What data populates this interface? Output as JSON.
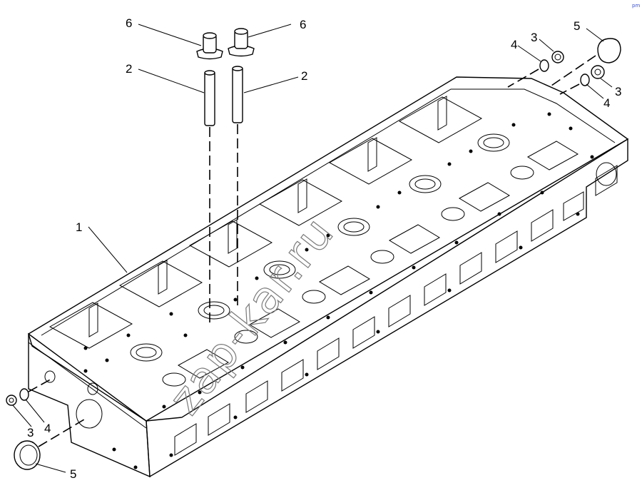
{
  "callouts": [
    {
      "id": "c1",
      "label": "1"
    },
    {
      "id": "c2a",
      "label": "2"
    },
    {
      "id": "c2b",
      "label": "2"
    },
    {
      "id": "c3a",
      "label": "3"
    },
    {
      "id": "c3b",
      "label": "3"
    },
    {
      "id": "c3c",
      "label": "3"
    },
    {
      "id": "c4a",
      "label": "4"
    },
    {
      "id": "c4b",
      "label": "4"
    },
    {
      "id": "c4c",
      "label": "4"
    },
    {
      "id": "c5a",
      "label": "5"
    },
    {
      "id": "c5b",
      "label": "5"
    },
    {
      "id": "c6a",
      "label": "6"
    },
    {
      "id": "c6b",
      "label": "6"
    }
  ],
  "watermark": "zap-kar.ru",
  "corner_mark": "pm"
}
